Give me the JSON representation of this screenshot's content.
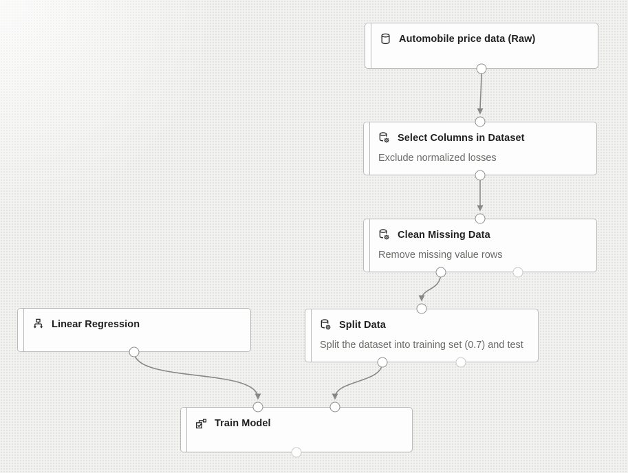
{
  "colors": {
    "canvas_bg": "#f2f2f0",
    "canvas_dot": "#dddddb",
    "node_bg": "#fdfdfd",
    "node_border": "#bcbab8",
    "title_color": "#201f1e",
    "subtitle_color": "#6b6966",
    "edge_color": "#8a8886",
    "port_border_connected": "#8f8d8b",
    "port_border_unconnected": "#c9c7c5",
    "port_fill": "#ffffff"
  },
  "nodes": [
    {
      "id": "automobile-price-data",
      "title": "Automobile price data (Raw)",
      "subtitle": "",
      "icon": "database-icon"
    },
    {
      "id": "select-columns",
      "title": "Select Columns in Dataset",
      "subtitle": "Exclude normalized losses",
      "icon": "database-gear-icon"
    },
    {
      "id": "clean-missing-data",
      "title": "Clean Missing Data",
      "subtitle": "Remove missing value rows",
      "icon": "database-gear-icon"
    },
    {
      "id": "split-data",
      "title": "Split Data",
      "subtitle": "Split the dataset into training set (0.7) and test",
      "icon": "database-gear-icon"
    },
    {
      "id": "linear-regression",
      "title": "Linear Regression",
      "subtitle": "",
      "icon": "algorithm-tree-icon"
    },
    {
      "id": "train-model",
      "title": "Train Model",
      "subtitle": "",
      "icon": "train-model-icon"
    }
  ]
}
